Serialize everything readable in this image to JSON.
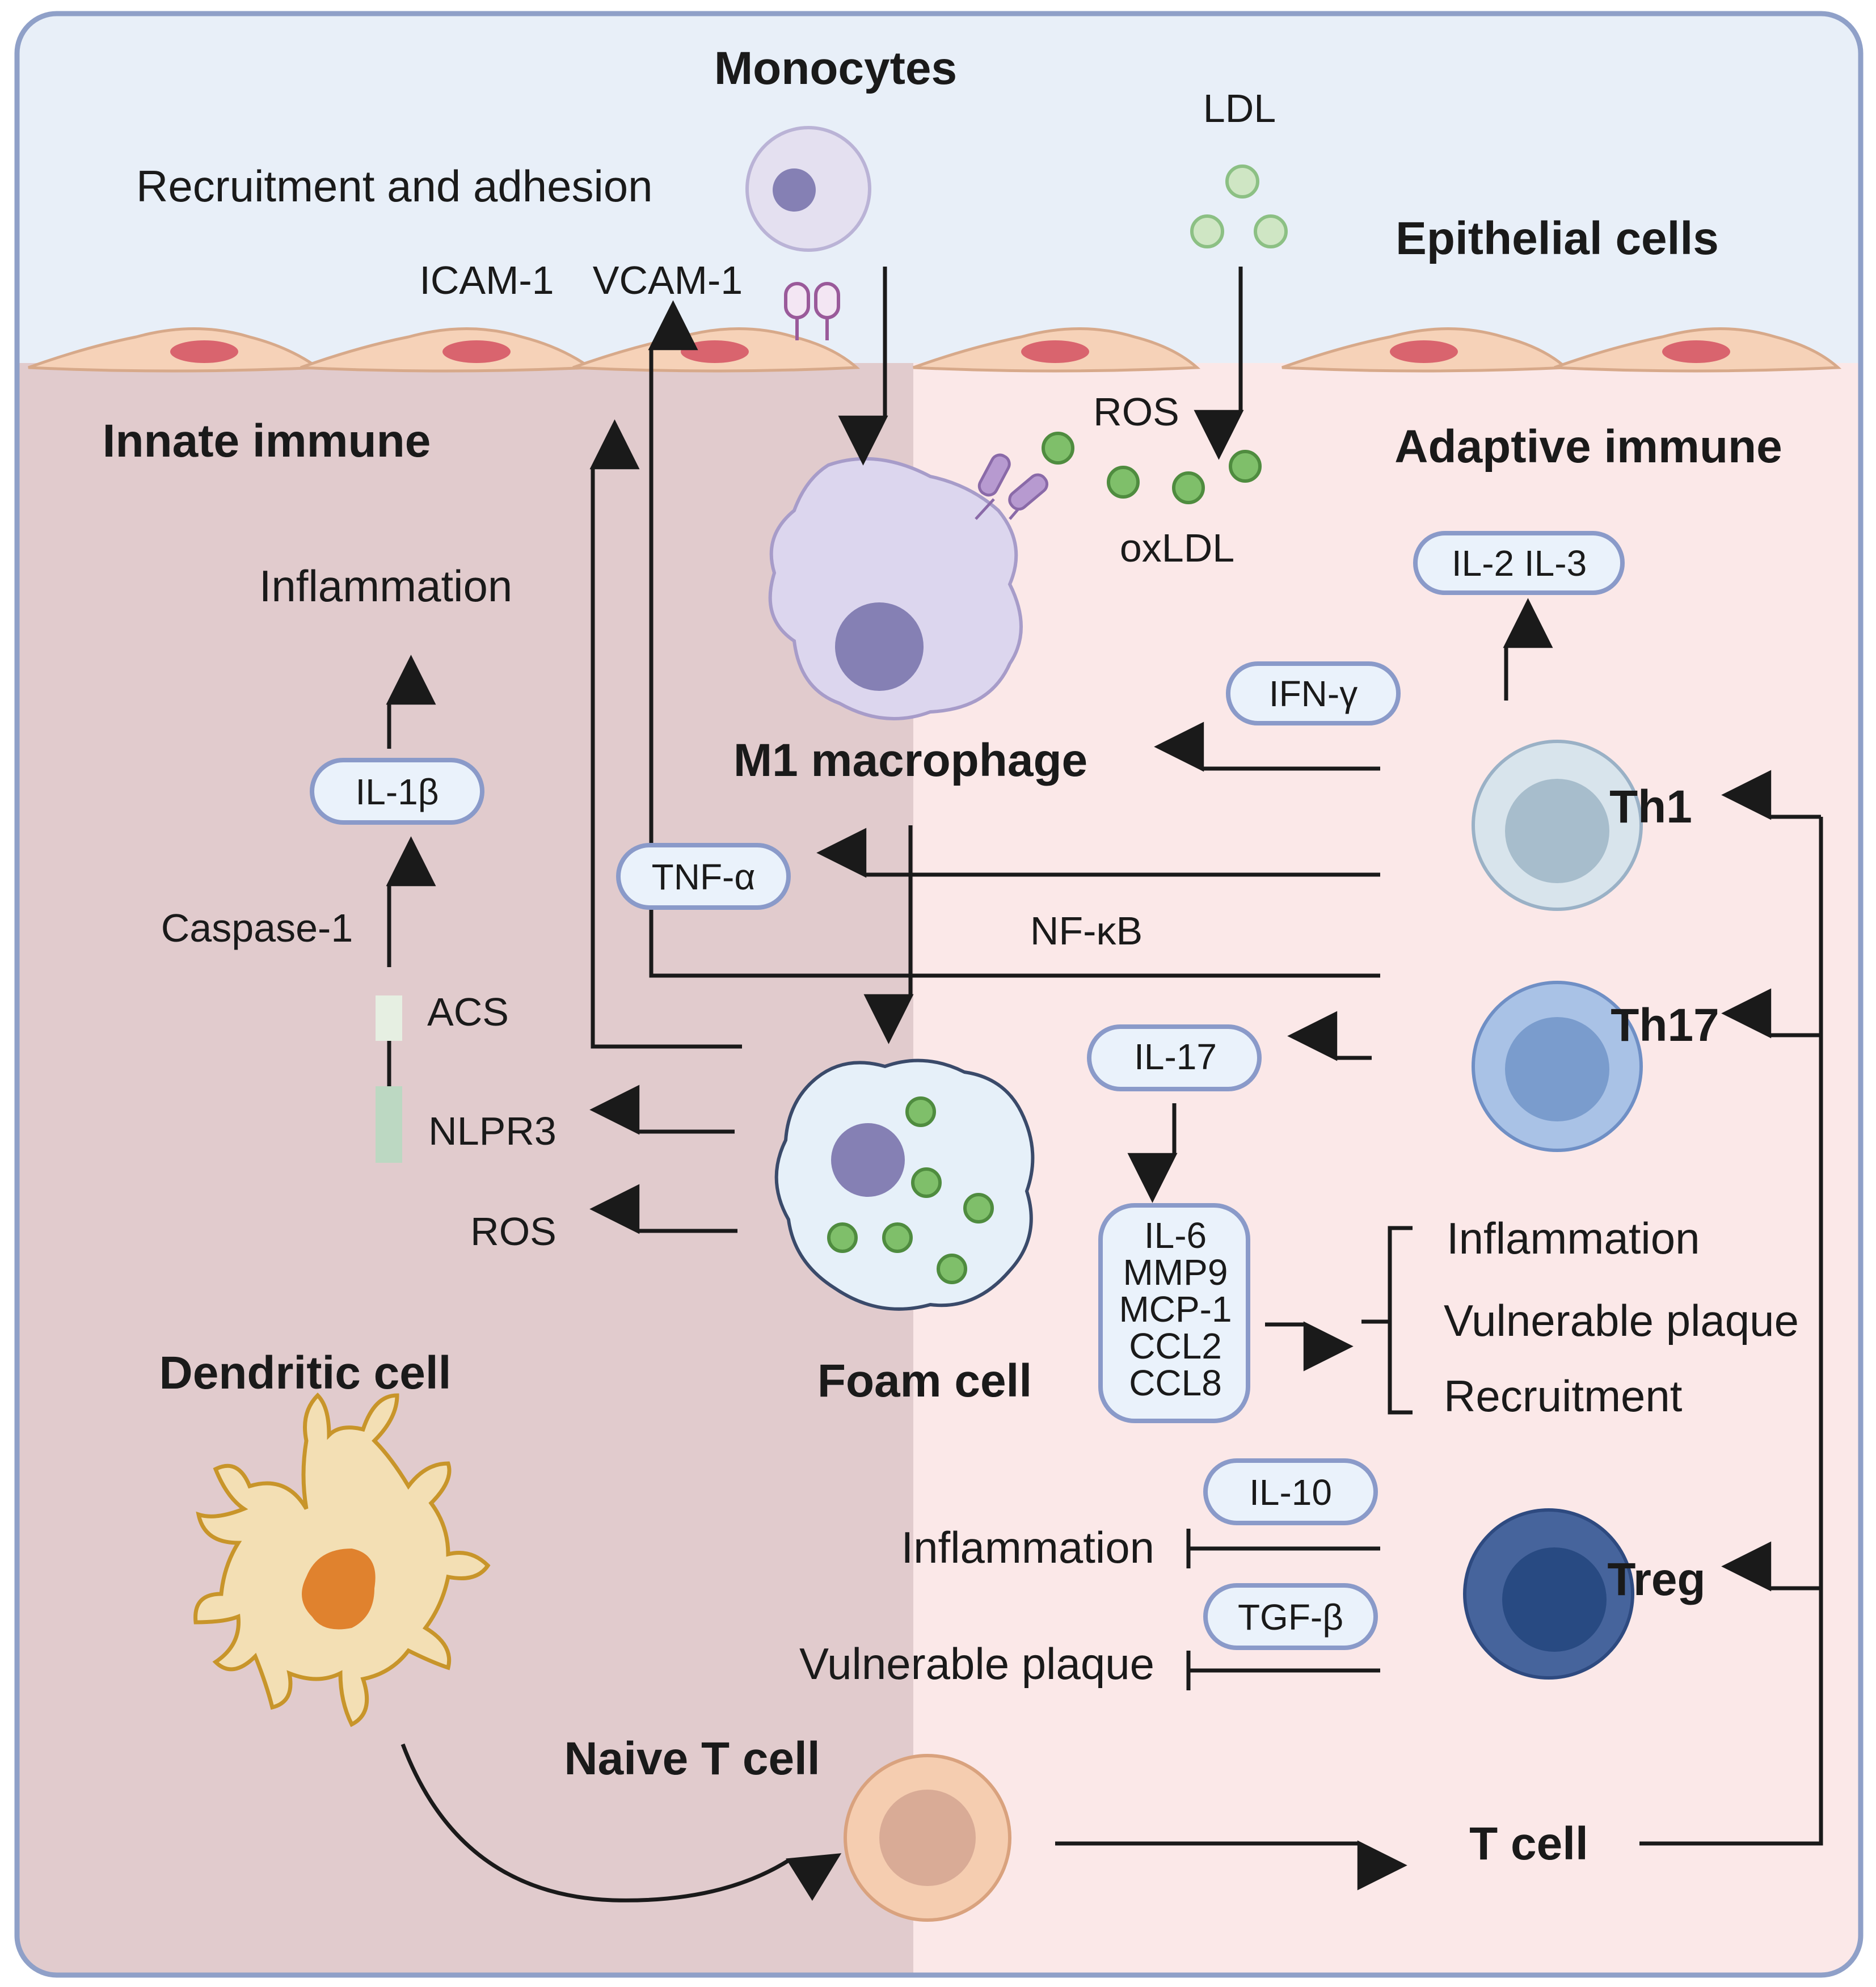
{
  "labels": {
    "monocytes": "Monocytes",
    "recruitment_adhesion": "Recruitment and adhesion",
    "ldl": "LDL",
    "epithelial_cells": "Epithelial cells",
    "icam1": "ICAM-1",
    "vcam1": "VCAM-1",
    "innate_immune": "Innate immune",
    "adaptive_immune": "Adaptive immune",
    "ros_top": "ROS",
    "oxldl": "oxLDL",
    "inflammation_left": "Inflammation",
    "il2_il3": "IL-2 IL-3",
    "ifn_gamma": "IFN-γ",
    "m1_macrophage": "M1 macrophage",
    "il1b": "IL-1β",
    "th1": "Th1",
    "tnf_alpha": "TNF-α",
    "caspase1": "Caspase-1",
    "nfkb": "NF-κB",
    "acs": "ACS",
    "th17": "Th17",
    "il17": "IL-17",
    "nlpr3": "NLPR3",
    "ros_left": "ROS",
    "il6_group": [
      "IL-6",
      "MMP9",
      "MCP-1",
      "CCL2",
      "CCL8"
    ],
    "outcomes": [
      "Inflammation",
      "Vulnerable plaque",
      "Recruitment"
    ],
    "dendritic_cell": "Dendritic cell",
    "foam_cell": "Foam cell",
    "il10": "IL-10",
    "inflammation_treg": "Inflammation",
    "treg": "Treg",
    "tgf_beta": "TGF-β",
    "vulnerable_plaque_treg": "Vulnerable plaque",
    "naive_t_cell": "Naive T cell",
    "t_cell": "T cell"
  },
  "colors": {
    "top_band": "#e8eff8",
    "innate_region": "#e1cbcd",
    "adaptive_region": "#fbe8e8",
    "frame": "#8fa0c8",
    "badge_fill": "#eaf2fb",
    "badge_stroke": "#8a9ac9",
    "ldl_particle": "#8cc084",
    "monocyte": "#e4e0f0",
    "macrophage": "#dcd6ee",
    "nucleus_purple": "#8580b4",
    "th1": "#d8e4ec",
    "th17": "#a9c2e6",
    "treg": "#46649c",
    "naive_t": "#f5cdb0",
    "dendritic": "#f3dfb4",
    "dendritic_nucleus": "#e0822e"
  },
  "icons": [
    "arrow-icon",
    "inhibition-bar-icon",
    "receptor-icon",
    "bracket-icon"
  ]
}
